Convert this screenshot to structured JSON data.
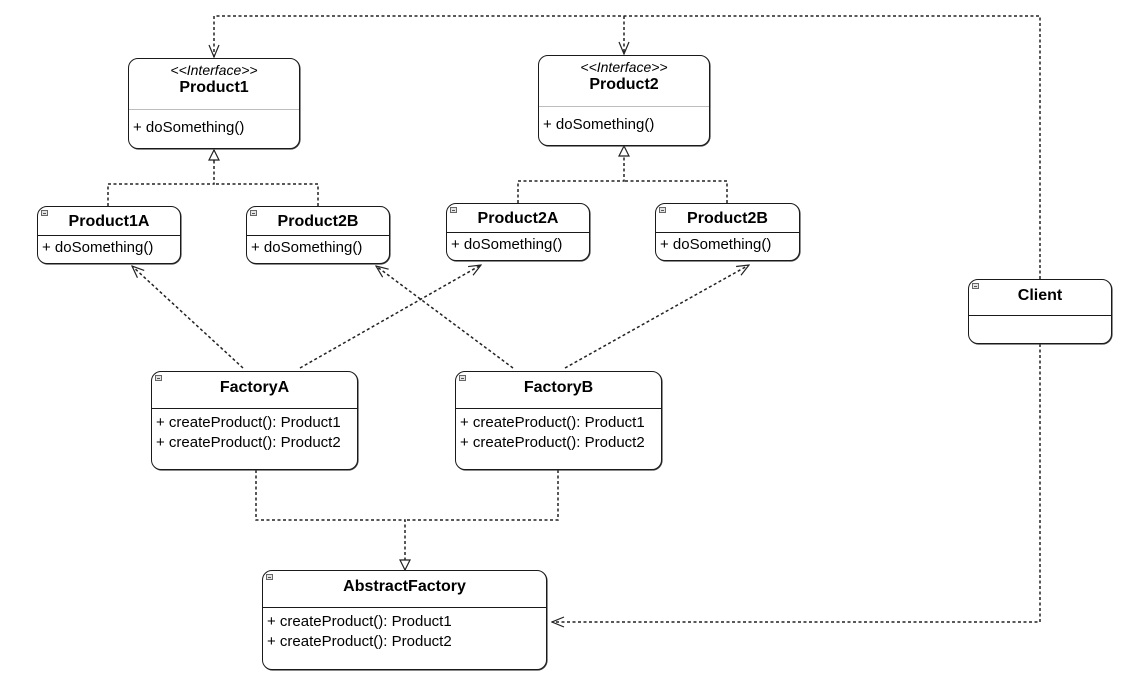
{
  "product1": {
    "stereotype": "<<Interface>>",
    "name": "Product1",
    "ops": [
      "+ doSomething()"
    ]
  },
  "product2": {
    "stereotype": "<<Interface>>",
    "name": "Product2",
    "ops": [
      "+ doSomething()"
    ]
  },
  "product1a": {
    "name": "Product1A",
    "ops": [
      "+ doSomething()"
    ]
  },
  "product2b_left": {
    "name": "Product2B",
    "ops": [
      "+ doSomething()"
    ]
  },
  "product2a": {
    "name": "Product2A",
    "ops": [
      "+ doSomething()"
    ]
  },
  "product2b_right": {
    "name": "Product2B",
    "ops": [
      "+ doSomething()"
    ]
  },
  "client": {
    "name": "Client"
  },
  "factorya": {
    "name": "FactoryA",
    "ops": [
      "+ createProduct(): Product1",
      "+ createProduct(): Product2"
    ]
  },
  "factoryb": {
    "name": "FactoryB",
    "ops": [
      "+ createProduct(): Product1",
      "+ createProduct(): Product2"
    ]
  },
  "abstractfactory": {
    "name": "AbstractFactory",
    "ops": [
      "+ createProduct(): Product1",
      "+ createProduct(): Product2"
    ]
  }
}
